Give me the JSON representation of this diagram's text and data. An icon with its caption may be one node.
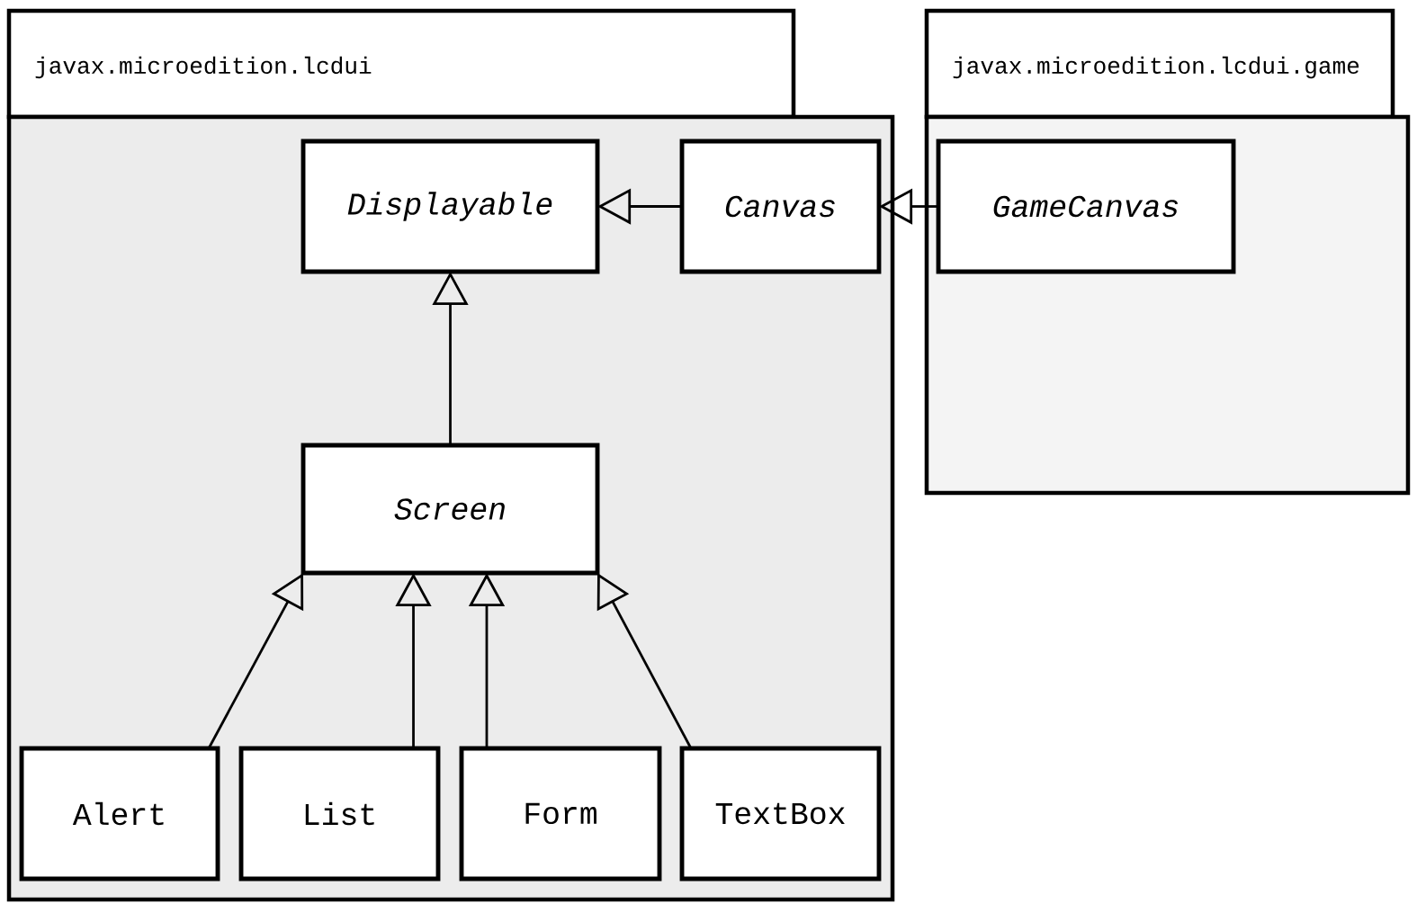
{
  "diagram": {
    "nodes": [
      {
        "text": [
          "javax.microedition.lcdui"
        ]
      },
      {
        "text": [
          "javax.microedition.lcdui.game"
        ]
      },
      {
        "text": [
          "Displayable"
        ],
        "in": 0
      },
      {
        "text": [
          "Canvas"
        ],
        "in": 0
      },
      {
        "text": [
          "GameCanvas"
        ],
        "in": 1
      },
      {
        "text": [
          "Screen"
        ],
        "in": 0
      },
      {
        "text": [
          "Alert"
        ],
        "in": 0
      },
      {
        "text": [
          "List"
        ],
        "in": 0
      },
      {
        "text": [
          "Form"
        ],
        "in": 0
      },
      {
        "text": [
          "TextBox"
        ],
        "in": 0
      }
    ],
    "edges": [
      {
        "from": 3,
        "to": 2,
        "arrow": "to"
      },
      {
        "from": 4,
        "to": 3,
        "arrow": "to"
      },
      {
        "from": 5,
        "to": 2,
        "arrow": "to"
      },
      {
        "from": 6,
        "to": 5,
        "arrow": "to"
      },
      {
        "from": 7,
        "to": 5,
        "arrow": "to"
      },
      {
        "from": 8,
        "to": 5,
        "arrow": "to"
      },
      {
        "from": 9,
        "to": 5,
        "arrow": "to"
      }
    ]
  }
}
